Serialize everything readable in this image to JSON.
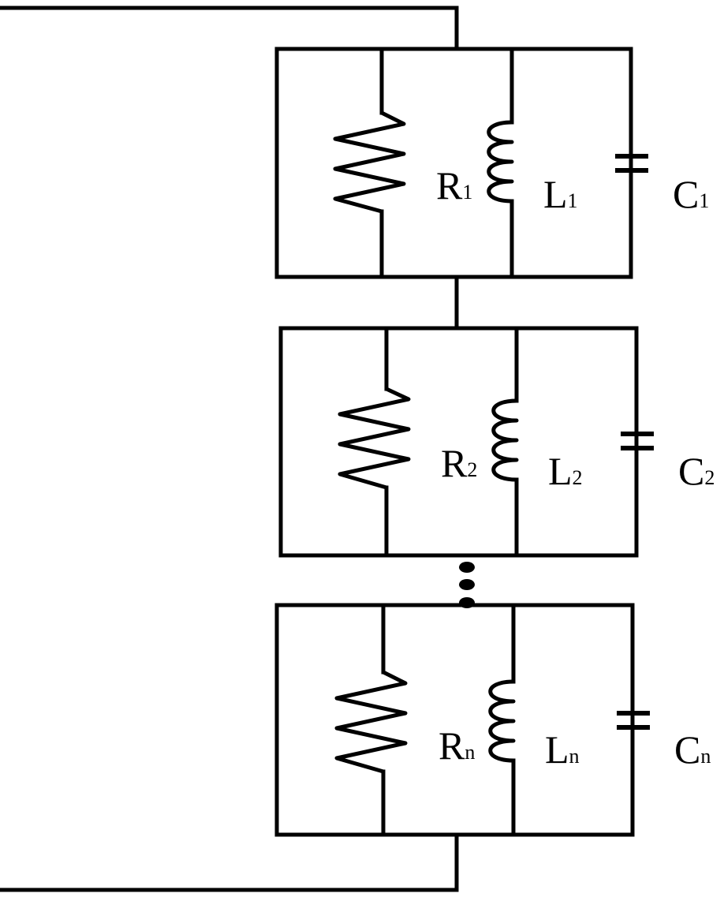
{
  "diagram": {
    "type": "circuit-schematic",
    "colors": {
      "line": "#000000",
      "background": "#ffffff"
    },
    "stages": [
      {
        "resistor": {
          "letter": "R",
          "index": "1"
        },
        "inductor": {
          "letter": "L",
          "index": "1"
        },
        "capacitor": {
          "letter": "C",
          "index": "1"
        }
      },
      {
        "resistor": {
          "letter": "R",
          "index": "2"
        },
        "inductor": {
          "letter": "L",
          "index": "2"
        },
        "capacitor": {
          "letter": "C",
          "index": "2"
        }
      },
      {
        "resistor": {
          "letter": "R",
          "index": "n"
        },
        "inductor": {
          "letter": "L",
          "index": "n"
        },
        "capacitor": {
          "letter": "C",
          "index": "n"
        }
      }
    ],
    "ellipsis_dots": 3
  }
}
